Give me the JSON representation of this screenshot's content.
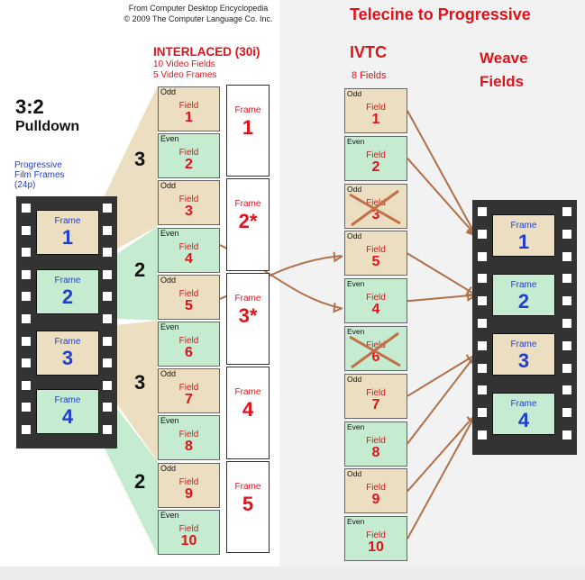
{
  "credit": {
    "line1": "From Computer Desktop Encyclopedia",
    "line2": "© 2009 The Computer Language Co. Inc."
  },
  "right_title": "Telecine to Progressive",
  "pulldown": {
    "title": "3:2",
    "subtitle": "Pulldown"
  },
  "film_label": {
    "line1": "Progressive",
    "line2": "Film Frames",
    "line3": "(24p)"
  },
  "interlaced": {
    "title": "INTERLACED (30i)",
    "sub1": "10 Video Fields",
    "sub2": "5 Video Frames"
  },
  "ivtc": {
    "title": "IVTC",
    "sub": "8 Fields"
  },
  "weave": {
    "title": "Weave Fields"
  },
  "field_word": "Field",
  "frame_word": "Frame",
  "film_frames": [
    {
      "label": "Frame",
      "num": "1",
      "color": "#ecdfc1"
    },
    {
      "label": "Frame",
      "num": "2",
      "color": "#c5ecd0"
    },
    {
      "label": "Frame",
      "num": "3",
      "color": "#ecdfc1"
    },
    {
      "label": "Frame",
      "num": "4",
      "color": "#c5ecd0"
    }
  ],
  "repeat_counts": [
    "3",
    "2",
    "3",
    "2"
  ],
  "interlaced_fields": [
    {
      "kind": "Odd",
      "num": "1"
    },
    {
      "kind": "Even",
      "num": "2"
    },
    {
      "kind": "Odd",
      "num": "3"
    },
    {
      "kind": "Even",
      "num": "4"
    },
    {
      "kind": "Odd",
      "num": "5"
    },
    {
      "kind": "Even",
      "num": "6"
    },
    {
      "kind": "Odd",
      "num": "7"
    },
    {
      "kind": "Even",
      "num": "8"
    },
    {
      "kind": "Odd",
      "num": "9"
    },
    {
      "kind": "Even",
      "num": "10"
    }
  ],
  "video_frames": [
    {
      "label": "Frame",
      "num": "1"
    },
    {
      "label": "Frame",
      "num": "2*"
    },
    {
      "label": "Frame",
      "num": "3*"
    },
    {
      "label": "Frame",
      "num": "4"
    },
    {
      "label": "Frame",
      "num": "5"
    }
  ],
  "ivtc_fields": [
    {
      "kind": "Odd",
      "num": "1",
      "removed": false
    },
    {
      "kind": "Even",
      "num": "2",
      "removed": false
    },
    {
      "kind": "Odd",
      "num": "3",
      "removed": true
    },
    {
      "kind": "Odd",
      "num": "5",
      "removed": false
    },
    {
      "kind": "Even",
      "num": "4",
      "removed": false
    },
    {
      "kind": "Even",
      "num": "6",
      "removed": true
    },
    {
      "kind": "Odd",
      "num": "7",
      "removed": false
    },
    {
      "kind": "Even",
      "num": "8",
      "removed": false
    },
    {
      "kind": "Odd",
      "num": "9",
      "removed": false
    },
    {
      "kind": "Even",
      "num": "10",
      "removed": false
    }
  ],
  "weave_frames": [
    {
      "label": "Frame",
      "num": "1",
      "color": "#ecdfc1"
    },
    {
      "label": "Frame",
      "num": "2",
      "color": "#c5ecd0"
    },
    {
      "label": "Frame",
      "num": "3",
      "color": "#ecdfc1"
    },
    {
      "label": "Frame",
      "num": "4",
      "color": "#c5ecd0"
    }
  ],
  "colors": {
    "odd": "#ecdfc1",
    "even": "#c5ecd0",
    "accent_red": "#e0131b",
    "accent_blue": "#1f3fd0",
    "arrow": "#b0714a",
    "strike": "#c0714a"
  }
}
